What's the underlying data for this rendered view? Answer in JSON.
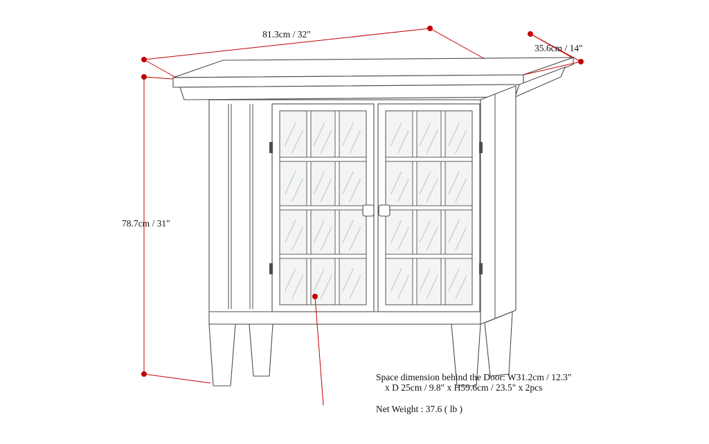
{
  "subject": "two-door glass-front storage cabinet dimension drawing",
  "colors": {
    "dimension_red": "#c40000",
    "drawing_line_gray": "#4d4d4d",
    "background": "#ffffff"
  },
  "annotations": {
    "width_label": "81.3cm / 32\"",
    "depth_label": "35.6cm / 14\"",
    "height_label": "78.7cm / 31\"",
    "space_note_line1": "Space dimension behind the Door: W31.2cm / 12.3\"",
    "space_note_line2": "x D 25cm / 9.8\" x H59.6cm / 23.5\" x 2pcs",
    "net_weight": "Net Weight : 37.6 ( lb )"
  }
}
